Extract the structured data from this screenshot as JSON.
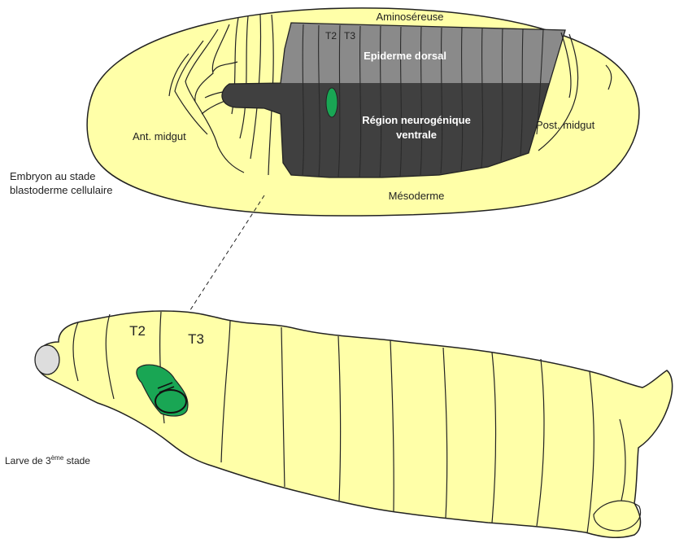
{
  "embryo": {
    "caption_line1": "Embryon au stade",
    "caption_line2": "blastoderme cellulaire",
    "amnioserosa": "Aminoséreuse",
    "ant_midgut": "Ant. midgut",
    "post_midgut": "Post. midgut",
    "mesoderm": "Mésoderme",
    "dorsal_epidermis": "Epiderme dorsal",
    "neurogenic_line1": "Région neurogénique",
    "neurogenic_line2": "ventrale",
    "t2": "T2",
    "t3": "T3"
  },
  "larva": {
    "t2": "T2",
    "t3": "T3",
    "caption_prefix": "Larve de 3",
    "caption_sup": "ème",
    "caption_suffix": " stade"
  },
  "colors": {
    "body_fill": "#FFFFA8",
    "dorsal": "#8A8A8A",
    "ventral": "#404040",
    "disc": "#19A654",
    "head_cap": "#DDDDDD"
  }
}
